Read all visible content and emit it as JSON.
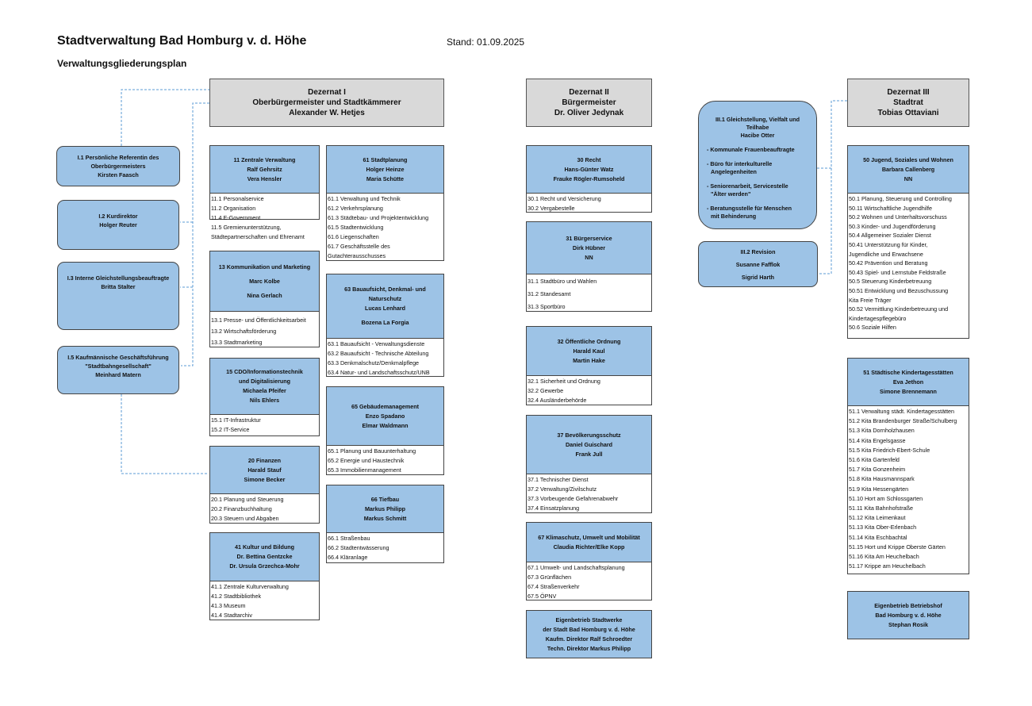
{
  "header": {
    "title": "Stadtverwaltung Bad Homburg v. d. Höhe",
    "stand": "Stand: 01.09.2025",
    "subtitle": "Verwaltungsgliederungsplan"
  },
  "dezernate": {
    "d1": {
      "line1": "Dezernat I",
      "line2": "Oberbürgermeister und Stadtkämmerer",
      "line3": "Alexander W. Hetjes"
    },
    "d2": {
      "line1": "Dezernat II",
      "line2": "Bürgermeister",
      "line3": "Dr. Oliver Jedynak"
    },
    "d3": {
      "line1": "Dezernat III",
      "line2": "Stadtrat",
      "line3": "Tobias Ottaviani"
    }
  },
  "staff": {
    "i1": {
      "title": "I.1 Persönliche Referentin des",
      "title2": "Oberbürgermeisters",
      "name": "Kirsten Faasch"
    },
    "i2": {
      "title": "I.2 Kurdirektor",
      "name": "Holger Reuter"
    },
    "i3": {
      "title": "I.3 Interne Gleichstellungsbeauftragte",
      "name": "Britta Stalter"
    },
    "i5": {
      "title": "I.5 Kaufmännische Geschäftsführung",
      "title2": "\"Stadtbahngesellschaft\"",
      "name": "Meinhard Matern"
    },
    "iii1": {
      "title": "III.1 Gleichstellung, Vielfalt und",
      "title2": "Teilhabe",
      "name": "Hacibe Otter",
      "b1": "- Kommunale Frauenbeauftragte",
      "b2a": "- Büro für interkulturelle",
      "b2b": "  Angelegenheiten",
      "b3a": "- Seniorenarbeit, Servicestelle",
      "b3b": "  \"Älter werden\"",
      "b4a": "- Beratungsstelle für Menschen",
      "b4b": "  mit Behinderung"
    },
    "iii2": {
      "title": "III.2 Revision",
      "name1": "Susanne Fafflok",
      "name2": "Sigrid Harth"
    }
  },
  "units": {
    "u11": {
      "l1": "11 Zentrale Verwaltung",
      "l2": "Ralf Gehrsitz",
      "l3": "Vera Hensler",
      "items": [
        "11.1 Personalservice",
        "11.2 Organisation",
        "11.4 E-Government",
        "11.5 Gremienunterstützung,",
        "Städtepartnerschaften und Ehrenamt"
      ]
    },
    "u13": {
      "l1": "13  Kommunikation und Marketing",
      "l2": "Marc Kolbe",
      "l3": "Nina Gerlach",
      "items": [
        "13.1 Presse- und Öffentlichkeitsarbeit",
        "13.2 Wirtschaftsförderung",
        "13.3 Stadtmarketing"
      ]
    },
    "u15": {
      "l1": "15 CDO/Informationstechnik",
      "l2": "und Digitalisierung",
      "l3": "Michaela Pfeifer",
      "l4": "Nils Ehlers",
      "items": [
        "15.1 IT-Infrastruktur",
        "15.2 IT-Service"
      ]
    },
    "u20": {
      "l1": "20 Finanzen",
      "l2": "Harald Stauf",
      "l3": "Simone Becker",
      "items": [
        "20.1 Planung und Steuerung",
        "20.2 Finanzbuchhaltung",
        "20.3 Steuern und Abgaben"
      ]
    },
    "u41": {
      "l1": "41 Kultur und Bildung",
      "l2": "Dr. Bettina Gentzcke",
      "l3": "Dr. Ursula Grzechca-Mohr",
      "items": [
        "41.1 Zentrale Kulturverwaltung",
        "41.2 Stadtbibliothek",
        "41.3 Museum",
        "41.4 Stadtarchiv"
      ]
    },
    "u61": {
      "l1": "61 Stadtplanung",
      "l2": "Holger Heinze",
      "l3": "Maria Schütte",
      "items": [
        "61.1 Verwaltung und Technik",
        "61.2 Verkehrsplanung",
        "61.3 Städtebau- und Projektentwicklung",
        "61.5 Stadtentwicklung",
        "61.6 Liegenschaften",
        "61.7 Geschäftsstelle des",
        "Gutachterausschusses"
      ]
    },
    "u63": {
      "l1": "63 Bauaufsicht, Denkmal- und",
      "l2": "Naturschutz",
      "l3": "Lucas Lenhard",
      "l4": "Bozena La Forgia",
      "items": [
        "63.1 Bauaufsicht - Verwaltungsdienste",
        "63.2 Bauaufsicht - Technische Abteilung",
        "63.3 Denkmalschutz/Denkmalpflege",
        "63.4 Natur- und Landschaftsschutz/UNB"
      ]
    },
    "u65": {
      "l1": "65 Gebäudemanagement",
      "l2": "Enzo Spadano",
      "l3": "Elmar Waldmann",
      "items": [
        "65.1 Planung und Bauunterhaltung",
        "65.2 Energie und Haustechnik",
        "65.3 Immobilienmanagement"
      ]
    },
    "u66": {
      "l1": "66 Tiefbau",
      "l2": "Markus Philipp",
      "l3": "Markus Schmitt",
      "items": [
        "66.1 Straßenbau",
        "66.2 Stadtentwässerung",
        "66.4 Kläranlage"
      ]
    },
    "u30": {
      "l1": "30 Recht",
      "l2": "Hans-Günter Watz",
      "l3": "Frauke Rögler-Rumsoheld",
      "items": [
        "30.1 Recht und Versicherung",
        "30.2 Vergabestelle"
      ]
    },
    "u31": {
      "l1": "31 Bürgerservice",
      "l2": "Dirk Hübner",
      "l3": "NN",
      "items": [
        "31.1 Stadtbüro und Wahlen",
        "31.2 Standesamt",
        "31.3 Sportbüro"
      ]
    },
    "u32": {
      "l1": "32 Öffentliche Ordnung",
      "l2": "Harald Kaul",
      "l3": "Martin Hake",
      "items": [
        "32.1 Sicherheit und Ordnung",
        "32.2 Gewerbe",
        "32.4 Ausländerbehörde"
      ]
    },
    "u37": {
      "l1": "37 Bevölkerungsschutz",
      "l2": "Daniel Guischard",
      "l3": "Frank Jull",
      "items": [
        "37.1 Technischer Dienst",
        "37.2 Verwaltung/Zivilschutz",
        "37.3 Vorbeugende Gefahrenabwehr",
        "37.4 Einsatzplanung"
      ]
    },
    "u67": {
      "l1": "67 Klimaschutz, Umwelt und Mobilität",
      "l2": "Claudia Richter/Elke Kopp",
      "items": [
        "67.1 Umwelt- und Landschaftsplanung",
        "67.3 Grünflächen",
        "67.4 Straßenverkehr",
        "67.5 ÖPNV"
      ]
    },
    "u50": {
      "l1": "50 Jugend, Soziales und Wohnen",
      "l2": "Barbara Callenberg",
      "l3": "NN",
      "items": [
        "50.1 Planung, Steuerung und Controlling",
        "50.11 Wirtschaftliche Jugendhilfe",
        "50.2 Wohnen und Unterhaltsvorschuss",
        "50.3 Kinder- und Jugendförderung",
        "50.4 Allgemeiner Sozialer Dienst",
        "50.41 Unterstützung für Kinder,",
        "Jugendliche und Erwachsene",
        "50.42 Prävention und Beratung",
        "50.43 Spiel- und Lernstube Feldstraße",
        "50.5 Steuerung Kinderbetreuung",
        "50.51 Entwicklung und Bezuschussung",
        "Kita Freie Träger",
        "50.52 Vermittlung Kinderbetreuung und",
        "Kindertagespflegebüro",
        "50.6 Soziale Hilfen"
      ]
    },
    "u51": {
      "l1": "51 Städtische Kindertagesstätten",
      "l2": "Eva Jethon",
      "l3": "Simone Brennemann",
      "items": [
        "51.1 Verwaltung städt. Kindertagesstätten",
        "51.2 Kita Brandenburger Straße/Schulberg",
        "51.3 Kita Dornholzhausen",
        "51.4 Kita Engelsgasse",
        "51.5 Kita Friedrich-Ebert-Schule",
        "51.6 Kita Gartenfeld",
        "51.7 Kita Gonzenheim",
        "51.8 Kita Hausmannspark",
        "51.9 Kita Hessengärten",
        "51.10 Hort am Schlossgarten",
        "51.11 Kita Bahnhofstraße",
        "51.12 Kita Leimenkaut",
        "51.13 Kita Ober-Erlenbach",
        "51.14 Kita Eschbachtal",
        "51.15 Hort und Krippe Oberste Gärten",
        "51.16 Kita Am Heuchelbach",
        "51.17 Krippe am Heuchelbach"
      ]
    }
  },
  "eigenbetriebe": {
    "stadtwerke": {
      "l1": "Eigenbetrieb Stadtwerke",
      "l2": "der Stadt Bad Homburg v. d. Höhe",
      "l3": "Kaufm. Direktor Ralf Schroedter",
      "l4": "Techn. Direktor Markus Philipp"
    },
    "betriebshof": {
      "l1": "Eigenbetrieb  Betriebshof",
      "l2": "Bad Homburg v. d. Höhe",
      "l3": "Stephan Rosik"
    }
  },
  "colors": {
    "unit_header": "#9dc3e6",
    "dezernat": "#d9d9d9",
    "connector": "#5b9bd5"
  }
}
